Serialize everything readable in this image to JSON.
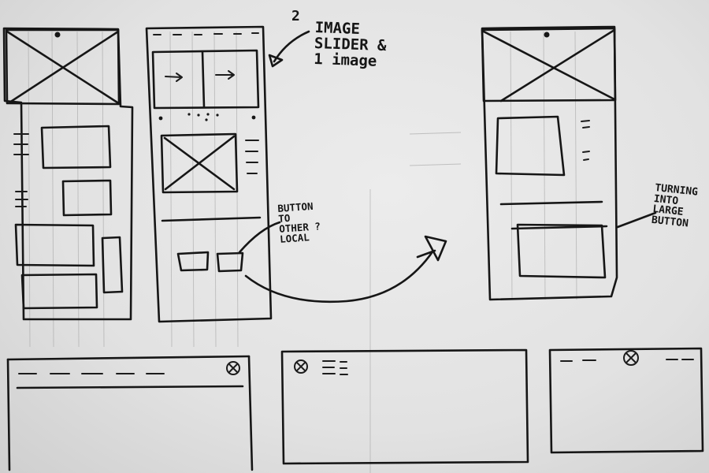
{
  "notes": {
    "image_slider_count": "2",
    "image_slider": "IMAGE\nSLIDER &\n1 image",
    "button_other_local": "BUTTON\nTO\nOTHER ?\nLOCAL",
    "turning_into": "TURNING\nINTO\nLARGE\nBUTTON"
  }
}
